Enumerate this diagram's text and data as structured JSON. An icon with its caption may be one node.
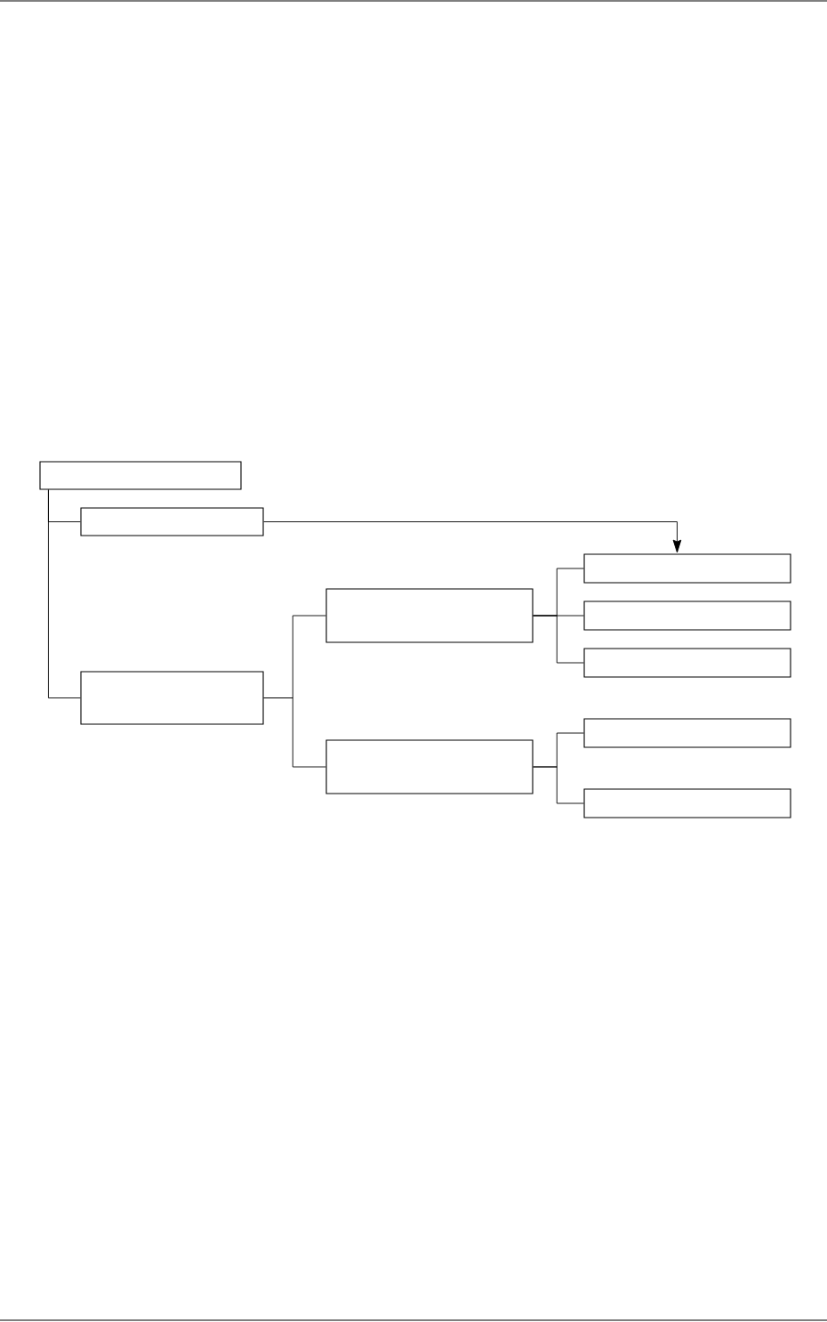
{
  "diagram": {
    "nodes": [
      {
        "text": [],
        "shape": "box"
      },
      {
        "text": [],
        "shape": "box"
      },
      {
        "text": [],
        "shape": "box"
      },
      {
        "text": [],
        "shape": "box"
      },
      {
        "text": [],
        "shape": "box"
      },
      {
        "text": [],
        "shape": "box"
      },
      {
        "text": [],
        "shape": "box"
      },
      {
        "text": [],
        "shape": "box"
      },
      {
        "text": [],
        "shape": "box"
      },
      {
        "text": [],
        "shape": "box"
      }
    ],
    "edges": [
      {
        "from": 0,
        "to": 1,
        "arrow": "none"
      },
      {
        "from": 0,
        "to": 2,
        "arrow": "none"
      },
      {
        "from": 1,
        "to": 5,
        "arrow": "to"
      },
      {
        "from": 2,
        "to": 3,
        "arrow": "none"
      },
      {
        "from": 2,
        "to": 4,
        "arrow": "none"
      },
      {
        "from": 3,
        "to": 5,
        "arrow": "none"
      },
      {
        "from": 3,
        "to": 6,
        "arrow": "none"
      },
      {
        "from": 3,
        "to": 7,
        "arrow": "none"
      },
      {
        "from": 4,
        "to": 8,
        "arrow": "none"
      },
      {
        "from": 4,
        "to": 9,
        "arrow": "none"
      }
    ]
  }
}
